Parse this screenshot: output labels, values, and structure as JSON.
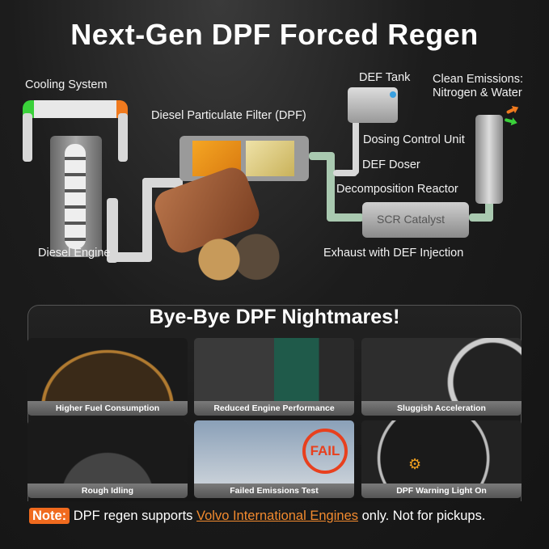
{
  "title": "Next-Gen DPF Forced Regen",
  "diagram": {
    "cooling_system": "Cooling System",
    "dpf": "Diesel Particulate Filter (DPF)",
    "def_tank": "DEF Tank",
    "clean_emissions_1": "Clean Emissions:",
    "clean_emissions_2": "Nitrogen & Water",
    "dosing_control_unit": "Dosing Control Unit",
    "def_doser": "DEF Doser",
    "decomposition_reactor": "Decomposition Reactor",
    "scr_catalyst": "SCR Catalyst",
    "diesel_engine": "Diesel Engine",
    "exhaust": "Exhaust with DEF Injection"
  },
  "problems": {
    "title": "Bye-Bye DPF Nightmares!",
    "items": [
      {
        "label": "Higher Fuel Consumption",
        "icon": "fuel-gauge"
      },
      {
        "label": "Reduced Engine Performance",
        "icon": "truck-engine"
      },
      {
        "label": "Sluggish Acceleration",
        "icon": "pedal-speedometer"
      },
      {
        "label": "Rough Idling",
        "icon": "steering-dashboard"
      },
      {
        "label": "Failed Emissions Test",
        "icon": "exhaust-smoke-fail"
      },
      {
        "label": "DPF Warning Light On",
        "icon": "speedometer-warning"
      }
    ],
    "fail_stamp": "FAIL"
  },
  "note": {
    "tag": "Note:",
    "text1": "DPF regen supports",
    "highlight": "Volvo International Engines",
    "text2": "only. Not for pickups."
  },
  "colors": {
    "accent": "#f06a1e",
    "green": "#3ad13a"
  }
}
